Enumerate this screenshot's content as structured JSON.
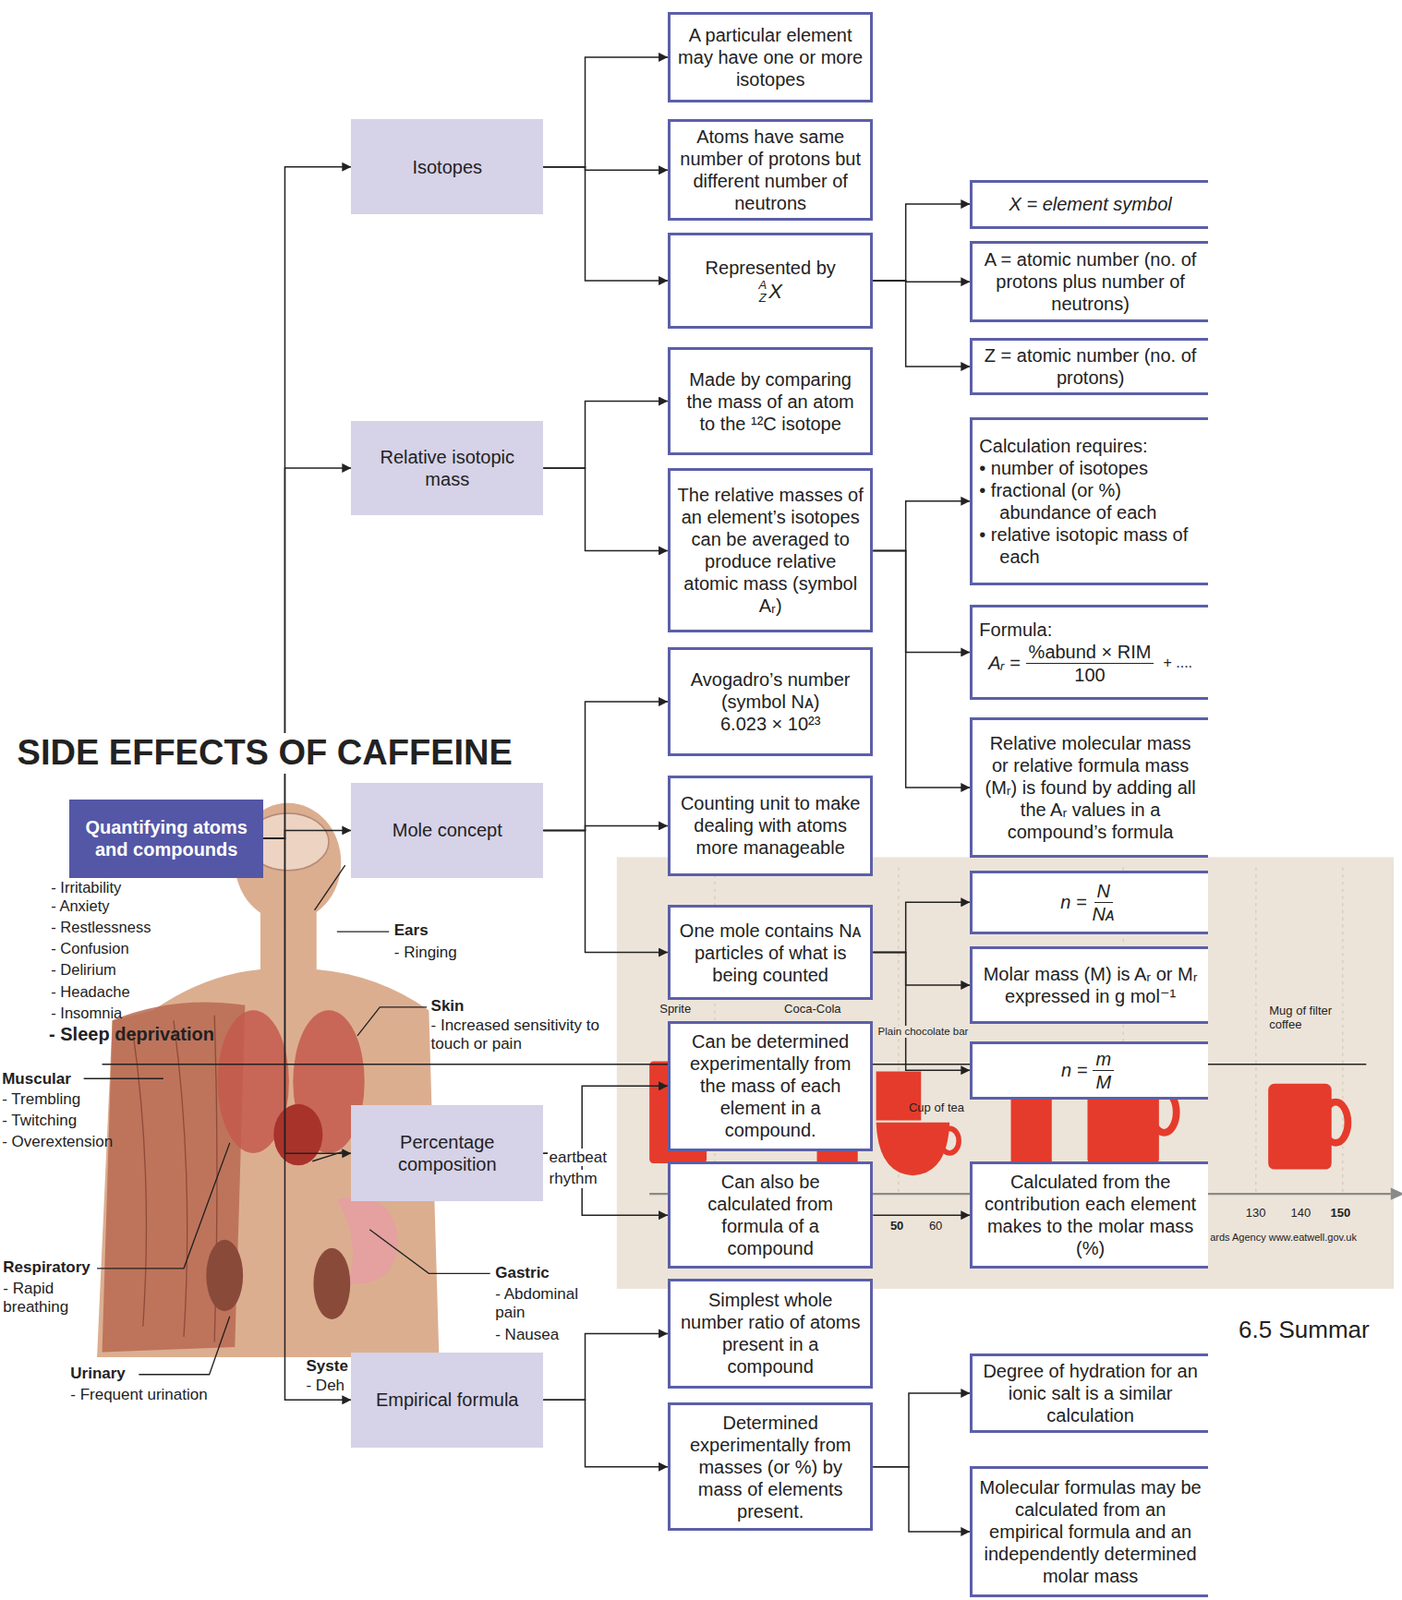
{
  "diagram": {
    "nodes": [
      {
        "text": [
          "Quantifying atoms and compounds"
        ]
      },
      {
        "text": [
          "Isotopes"
        ]
      },
      {
        "text": [
          "A particular element may have one or more isotopes"
        ]
      },
      {
        "text": [
          "Atoms have same number of protons but different number of neutrons"
        ]
      },
      {
        "text": [
          "Represented by",
          "A",
          "Z",
          "X"
        ]
      },
      {
        "text": [
          "X = element symbol"
        ]
      },
      {
        "text": [
          "A = atomic number (no. of protons plus number of neutrons)"
        ]
      },
      {
        "text": [
          "Z = atomic number (no. of protons)"
        ]
      },
      {
        "text": [
          "Relative isotopic mass"
        ]
      },
      {
        "text": [
          "Made by comparing the mass of an atom to the ¹²C isotope"
        ]
      },
      {
        "text": [
          "The relative masses of an element’s isotopes can be averaged to produce relative atomic mass (symbol Aᵣ)"
        ]
      },
      {
        "text": [
          "Calculation requires:",
          "• number of isotopes",
          "• fractional (or %) abundance of each",
          "• relative isotopic mass of each"
        ]
      },
      {
        "text": [
          "Formula:",
          "Aᵣ =",
          "%abund × RIM",
          "100",
          "+ ...."
        ]
      },
      {
        "text": [
          "Relative molecular mass or relative formula mass (Mᵣ) is found by adding all the Aᵣ values in a compound’s formula"
        ]
      },
      {
        "text": [
          "Mole concept"
        ]
      },
      {
        "text": [
          "Avogadro’s number (symbol Nᴀ)",
          "6.023 × 10²³"
        ]
      },
      {
        "text": [
          "Counting unit to make dealing with atoms more manageable"
        ]
      },
      {
        "text": [
          "One mole contains Nᴀ particles of what is being counted"
        ]
      },
      {
        "text": [
          "n =",
          "N",
          "Nᴀ"
        ]
      },
      {
        "text": [
          "Molar mass (M) is Aᵣ or Mᵣ expressed in g mol⁻¹"
        ]
      },
      {
        "text": [
          "n =",
          "m",
          "M"
        ]
      },
      {
        "text": [
          "Percentage composition"
        ]
      },
      {
        "text": [
          "Can be determined experimentally from the mass of each element in a compound."
        ]
      },
      {
        "text": [
          "Can also be calculated from formula of a compound"
        ]
      },
      {
        "text": [
          "Calculated from the contribution each element makes to the molar mass (%)"
        ]
      },
      {
        "text": [
          "Empirical formula"
        ]
      },
      {
        "text": [
          "Simplest whole number ratio of atoms present in a compound"
        ]
      },
      {
        "text": [
          "Determined experimentally from masses (or %) by mass of elements present."
        ]
      },
      {
        "text": [
          "Degree of hydration for an ionic salt is a similar calculation"
        ]
      },
      {
        "text": [
          "Molecular formulas may be calculated from an empirical formula and an independently determined molar mass"
        ]
      }
    ],
    "edges": [
      {
        "from": 0,
        "to": 1,
        "arrow": "to"
      },
      {
        "from": 0,
        "to": 8,
        "arrow": "to"
      },
      {
        "from": 0,
        "to": 14,
        "arrow": "to"
      },
      {
        "from": 0,
        "to": 21,
        "arrow": "to"
      },
      {
        "from": 0,
        "to": 25,
        "arrow": "to"
      },
      {
        "from": 1,
        "to": 2,
        "arrow": "to"
      },
      {
        "from": 1,
        "to": 3,
        "arrow": "to"
      },
      {
        "from": 1,
        "to": 4,
        "arrow": "to"
      },
      {
        "from": 4,
        "to": 5,
        "arrow": "to"
      },
      {
        "from": 4,
        "to": 6,
        "arrow": "to"
      },
      {
        "from": 4,
        "to": 7,
        "arrow": "to"
      },
      {
        "from": 8,
        "to": 9,
        "arrow": "to"
      },
      {
        "from": 8,
        "to": 10,
        "arrow": "to"
      },
      {
        "from": 10,
        "to": 11,
        "arrow": "to"
      },
      {
        "from": 10,
        "to": 12,
        "arrow": "to"
      },
      {
        "from": 10,
        "to": 13,
        "arrow": "to"
      },
      {
        "from": 14,
        "to": 15,
        "arrow": "to"
      },
      {
        "from": 14,
        "to": 16,
        "arrow": "to"
      },
      {
        "from": 14,
        "to": 17,
        "arrow": "to"
      },
      {
        "from": 17,
        "to": 18,
        "arrow": "to"
      },
      {
        "from": 17,
        "to": 19,
        "arrow": "to"
      },
      {
        "from": 17,
        "to": 20,
        "arrow": "to"
      },
      {
        "from": 21,
        "to": 22,
        "arrow": "to"
      },
      {
        "from": 21,
        "to": 23,
        "arrow": "to"
      },
      {
        "from": 23,
        "to": 24,
        "arrow": "to"
      },
      {
        "from": 25,
        "to": 26,
        "arrow": "to"
      },
      {
        "from": 25,
        "to": 27,
        "arrow": "to"
      },
      {
        "from": 27,
        "to": 28,
        "arrow": "to"
      },
      {
        "from": 27,
        "to": 29,
        "arrow": "to"
      }
    ],
    "labels": [
      "SIDE EFFECTS OF CAFFEINE",
      "- Irritability",
      "- Anxiety",
      "- Restlessness",
      "- Confusion",
      "- Delirium",
      "- Headache",
      "- Insomnia",
      "- Sleep deprivation",
      "Ears",
      "- Ringing",
      "Skin",
      "- Increased sensitivity to touch or pain",
      "Muscular",
      "- Trembling",
      "- Twitching",
      "- Overextension",
      "Respiratory",
      "- Rapid breathing",
      "Urinary",
      "- Frequent urination",
      "Gastric",
      "- Abdominal pain",
      "- Nausea",
      "Syste",
      "- Deh",
      "eartbeat",
      "rhythm",
      "Sprite",
      "Coca-Cola",
      "Plain chocolate bar",
      "Cup of tea",
      "Mug of filter coffee",
      "50",
      "60",
      "130",
      "140",
      "150",
      "ards Agency www.eatwell.gov.uk",
      "6.5 Summar"
    ]
  }
}
